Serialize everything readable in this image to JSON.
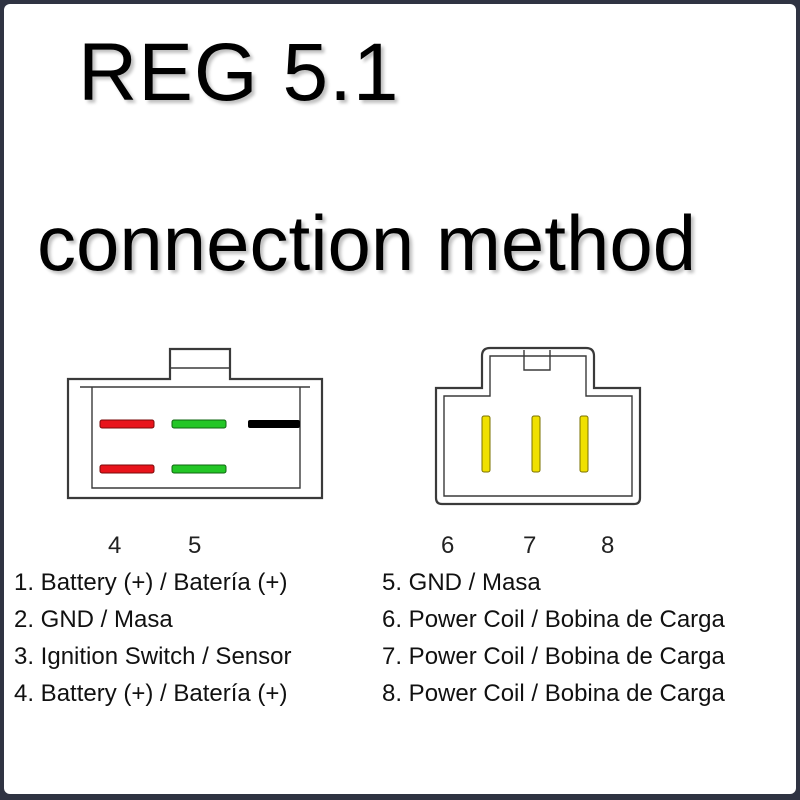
{
  "title": {
    "line1": "REG 5.1",
    "line2": "connection method"
  },
  "connector_left": {
    "pin_labels": [
      "4",
      "5"
    ],
    "colors": {
      "red": "#e8141b",
      "green": "#23c626",
      "black": "#000000"
    }
  },
  "connector_right": {
    "pin_labels": [
      "6",
      "7",
      "8"
    ],
    "colors": {
      "yellow": "#f0e000"
    }
  },
  "legend_left": [
    "1. Battery (+) / Batería (+)",
    "2. GND / Masa",
    "3. Ignition Switch / Sensor",
    "4. Battery (+) / Batería (+)"
  ],
  "legend_right": [
    "5. GND / Masa",
    "6. Power Coil / Bobina de Carga",
    "7. Power Coil / Bobina de Carga",
    "8. Power Coil / Bobina de Carga"
  ]
}
